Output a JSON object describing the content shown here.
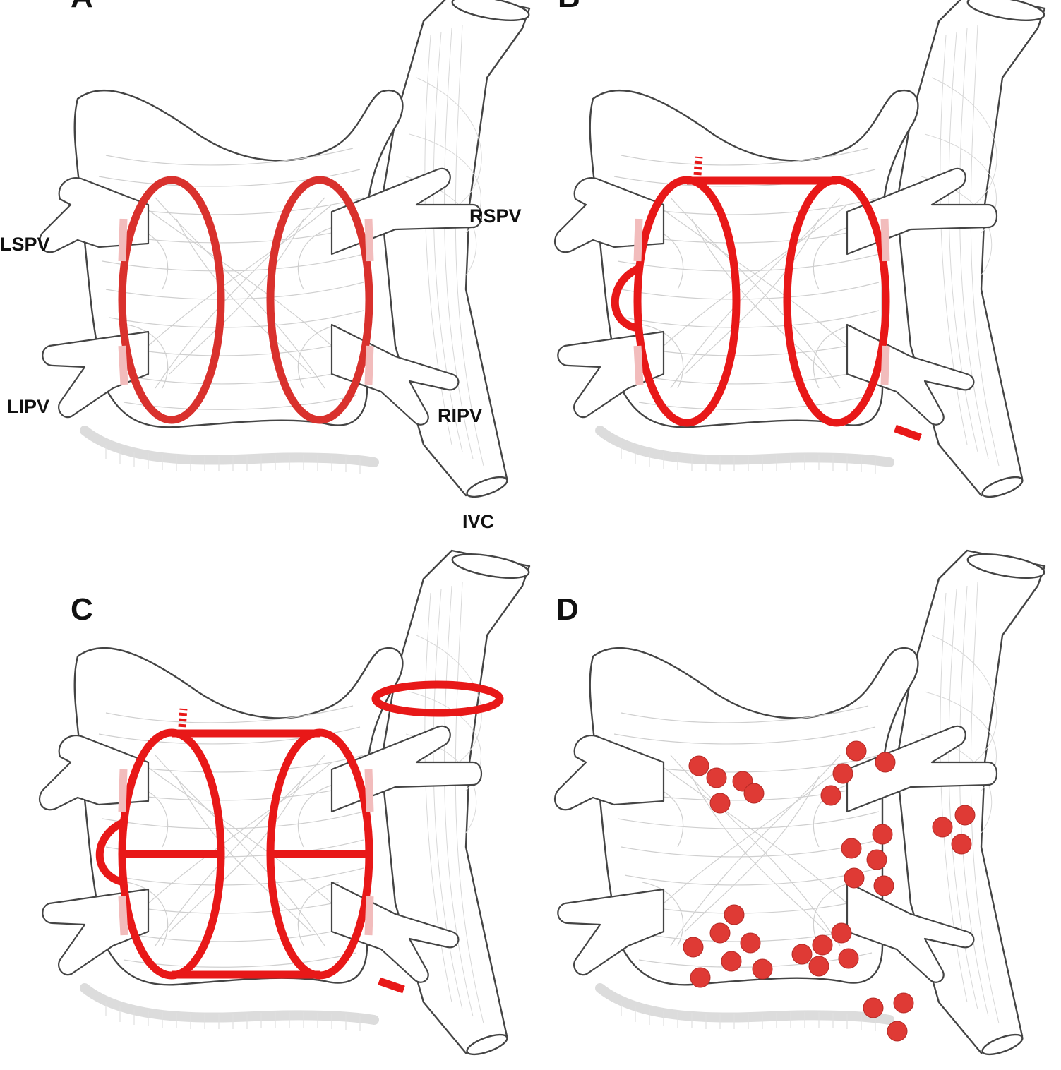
{
  "panels": [
    {
      "letter": "A"
    },
    {
      "letter": "B"
    },
    {
      "letter": "C"
    },
    {
      "letter": "D"
    }
  ],
  "labels": {
    "lspv": "LSPV",
    "lipv": "LIPV",
    "rspv": "RSPV",
    "ripv": "RIPV",
    "ivc": "IVC"
  },
  "colors": {
    "lesion_panel_a": "#d9312d",
    "lesion": "#e81818",
    "lesion_faded": "#f2bcbc",
    "ganglionated_plexi_dot": "#df3a35",
    "outline": "#444444",
    "fiber": "#cfcfcf"
  }
}
